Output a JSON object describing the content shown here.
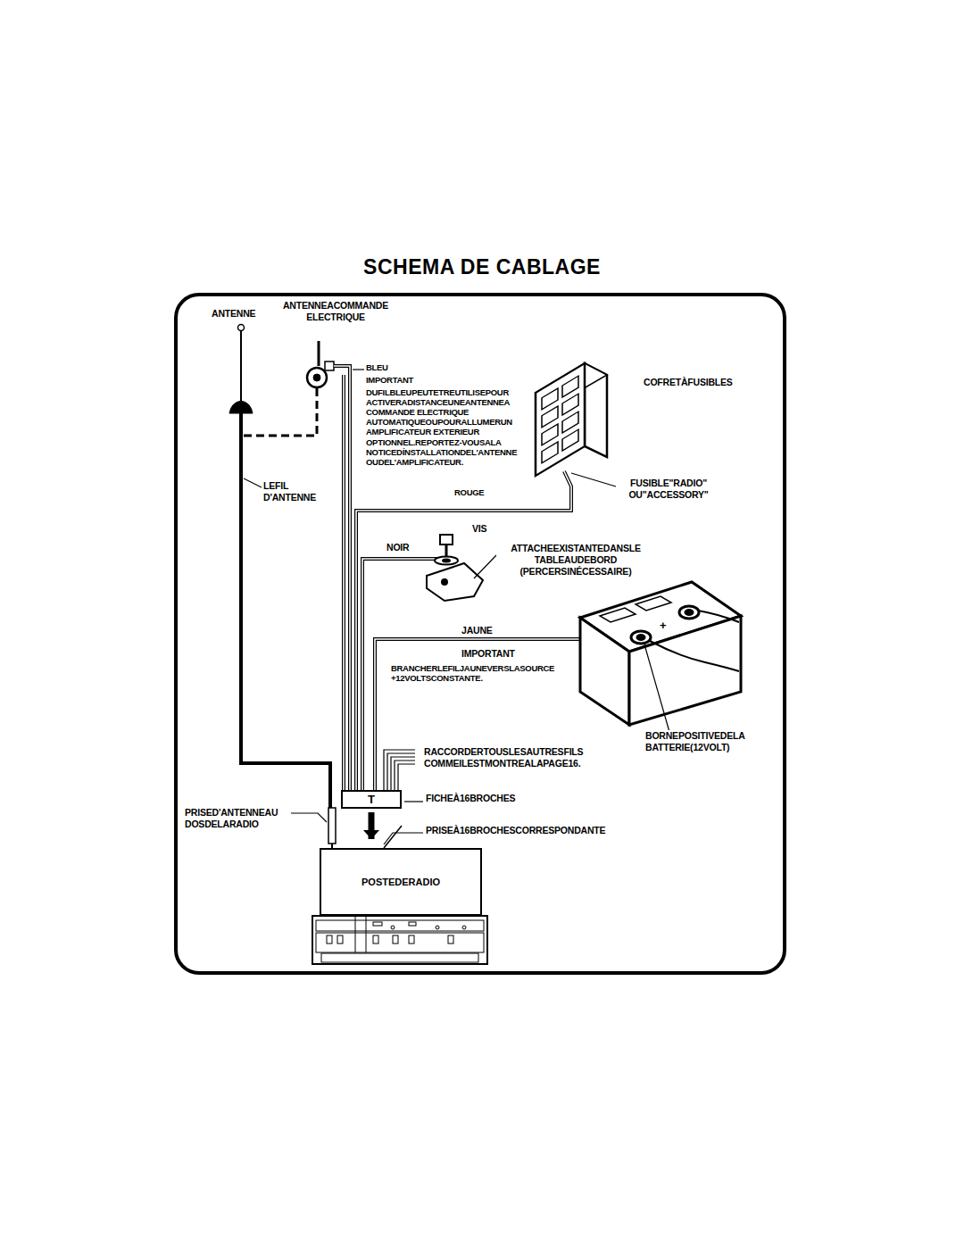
{
  "diagram": {
    "title": "SCHEMA DE CABLAGE",
    "nodes": [
      {
        "text": [
          "T"
        ]
      },
      {
        "text": [
          "POSTEDERADIO"
        ]
      }
    ],
    "edges": [
      {
        "from": 0,
        "to": 1,
        "arrow": "to"
      }
    ],
    "labels": [
      "ANTENNE",
      "ANTENNEACOMMANDE ELECTRIQUE",
      "BLEU",
      "IMPORTANT",
      "DUFILBLEUPEUTETREUTILISEPOUR ACTIVERADISTANCEUNEANTENNEA COMMANDE ELECTRIQUE AUTOMATIQUEOUPOURALLUMERUN AMPLIFICATEUR EXTERIEUR OPTIONNEL.REPORTEZ-VOUSALA NOTICEDÍNSTALLATIONDEL'ANTENNE OUDEL'AMPLIFICATEUR.",
      "ROUGE",
      "COFRETÀFUSIBLES",
      "FUSIBLE\"RADIO\" OU\"ACCESSORY\"",
      "LEFIL D'ANTENNE",
      "VIS",
      "NOIR",
      "ATTACHEEXISTANTEDANSLE TABLEAUDEBORD (PERCERSINÉCESSAIRE)",
      "JAUNE",
      "IMPORTANT",
      "BRANCHERLEFILJAUNEVERSLASOURCE +12VOLTSCONSTANTE.",
      "+",
      "BORNEPOSITIVEDELA BATTERIE(12VOLT)",
      "RACCORDERTOUSLESAUTRESFILS COMMEILESTMONTREALAPAGE16.",
      "FICHEÀ16BROCHES",
      "PRISED'ANTENNEAU DOSDELARADIO",
      "PRISEÀ16BROCHESCORRESPONDANTE"
    ]
  }
}
